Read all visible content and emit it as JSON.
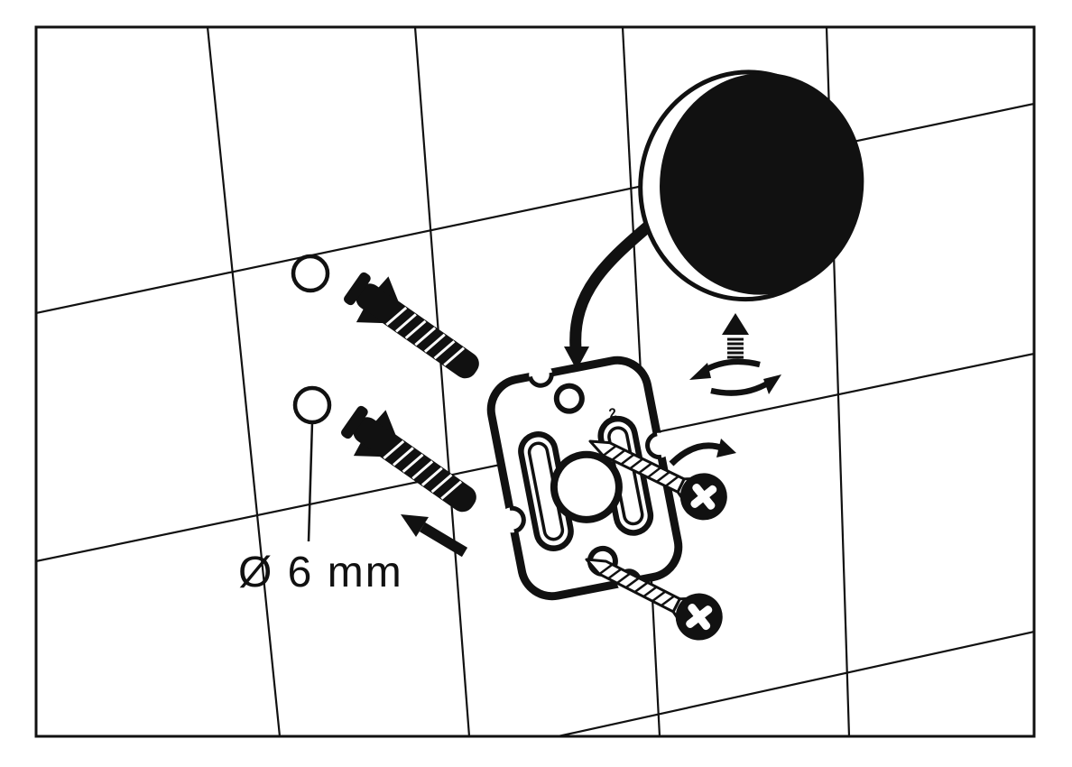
{
  "page": {
    "background": "#ffffff"
  },
  "diagram": {
    "description": "Installation diagram: mounting a round wall fixture on a tiled wall",
    "colors": {
      "line": "#111111",
      "fill": "#111111",
      "background": "#ffffff"
    },
    "labels": {
      "hole_diameter": "Ø 6 mm",
      "plate_marking": "2"
    },
    "parts": [
      {
        "id": "tiled-wall"
      },
      {
        "id": "drill-hole-top"
      },
      {
        "id": "drill-hole-bottom"
      },
      {
        "id": "wall-anchor-top"
      },
      {
        "id": "wall-anchor-bottom"
      },
      {
        "id": "insert-direction-arrow"
      },
      {
        "id": "mounting-plate"
      },
      {
        "id": "screw-top"
      },
      {
        "id": "screw-bottom"
      },
      {
        "id": "screw-rotation-arrow"
      },
      {
        "id": "placement-arrow"
      },
      {
        "id": "cover-disc"
      },
      {
        "id": "push-on-arrow"
      },
      {
        "id": "rotate-to-lock-arrows"
      }
    ]
  }
}
